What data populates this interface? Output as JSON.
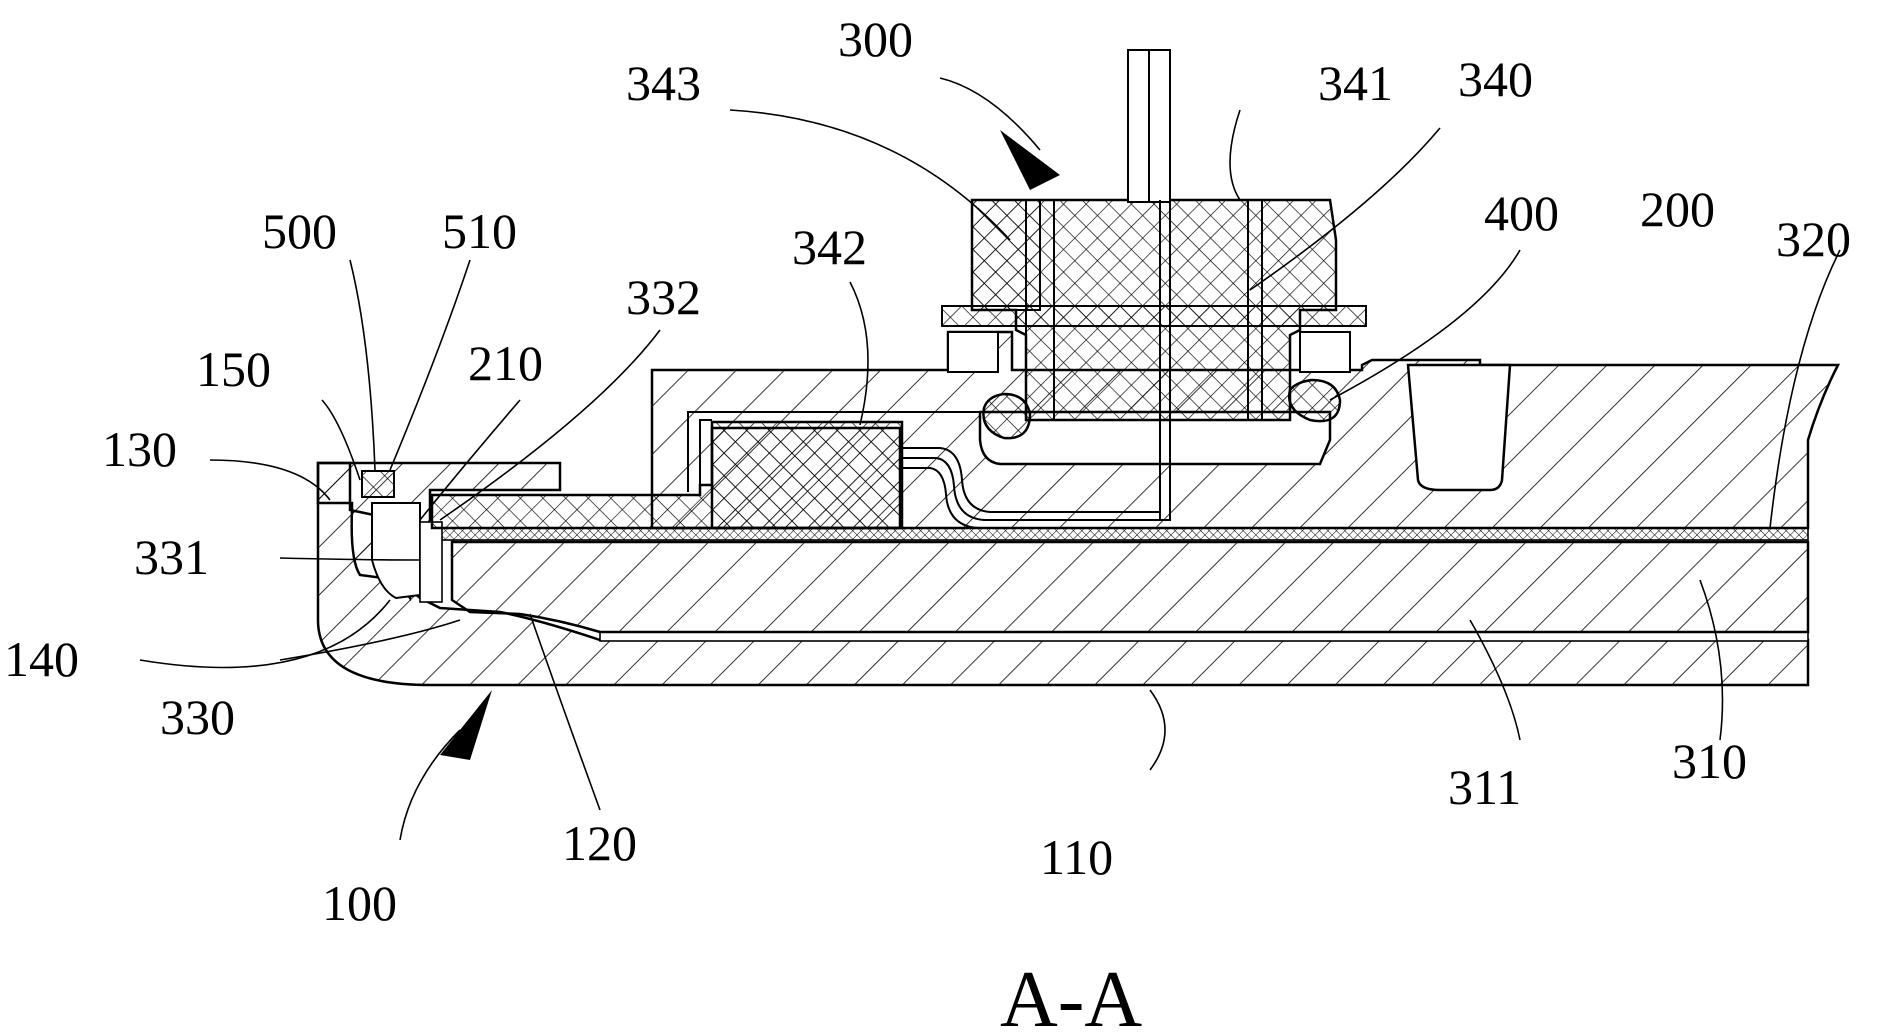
{
  "figure": {
    "title": "A-A",
    "labels": {
      "l300": "300",
      "l343": "343",
      "l341": "341",
      "l340": "340",
      "l342": "342",
      "l400": "400",
      "l200": "200",
      "l320": "320",
      "l500": "500",
      "l510": "510",
      "l332": "332",
      "l150": "150",
      "l210": "210",
      "l130": "130",
      "l331": "331",
      "l140": "140",
      "l330": "330",
      "l120": "120",
      "l100": "100",
      "l110": "110",
      "l311": "311",
      "l310": "310"
    }
  }
}
